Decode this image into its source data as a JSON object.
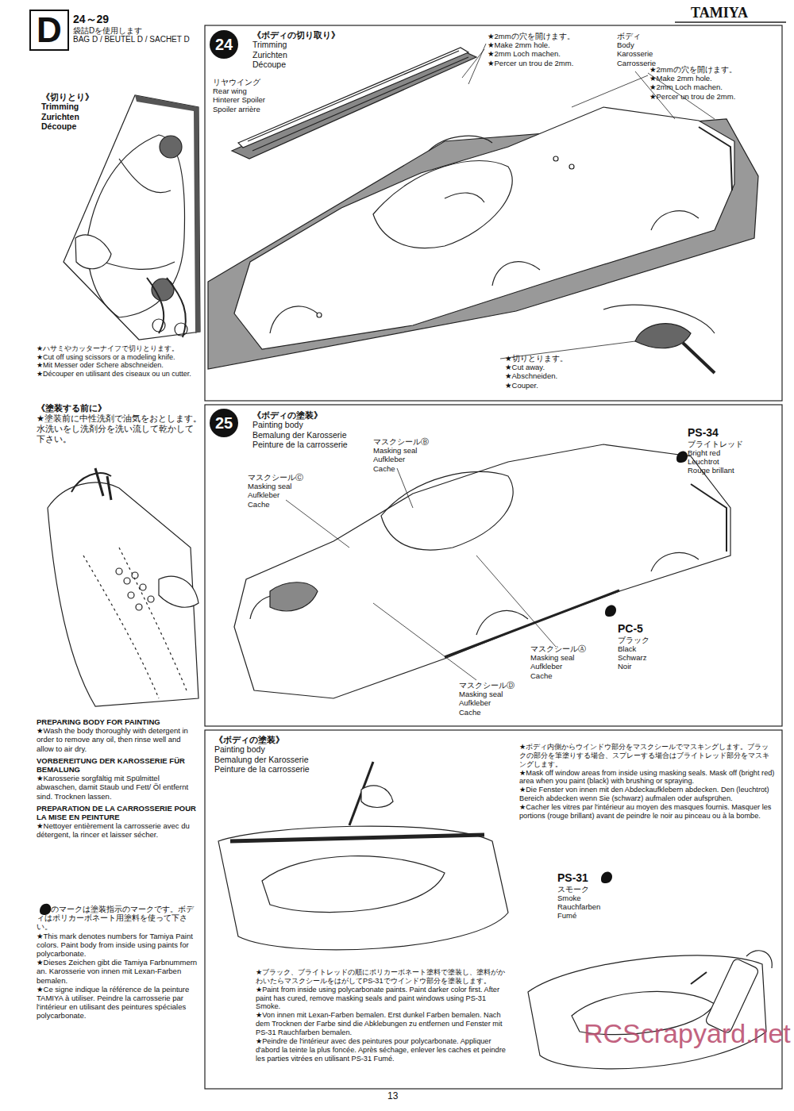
{
  "diagram": {
    "nodes": [
      {
        "text": [
          "D"
        ]
      },
      {
        "text": [
          "24"
        ]
      },
      {
        "text": [
          "25"
        ]
      }
    ],
    "labels": [
      "TAMIYA",
      "24～29",
      "袋詰Dを使用します",
      "BAG D / BEUTEL D / SACHET D",
      "《切りとり》",
      "Trimming",
      "Zurichten",
      "Découpe",
      "★ハサミやカッターナイフで切りとります。",
      "★Cut off using scissors or a modeling knife.",
      "★Mit Messer oder Schere abschneiden.",
      "★Découper en utilisant des ciseaux ou un cutter.",
      "《塗装する前に》",
      "★塗装前に中性洗剤で油気をおとします。水洗いをし洗剤分を洗い流して乾かして下さい。",
      "PREPARING BODY FOR PAINTING",
      "★Wash the body thoroughly with detergent in order to remove any oil, then rinse well and allow to air dry.",
      "VORBEREITUNG DER KAROSSERIE FÜR BEMALUNG",
      "★Karosserie sorgfältig mit Spülmittel abwaschen, damit Staub und Fett/ Öl entfernt sind. Trocknen lassen.",
      "PREPARATION DE LA CARROSSERIE POUR LA MISE EN PEINTURE",
      "★Nettoyer entièrement la carrosserie avec du détergent, la rincer et laisser sécher.",
      "のマークは塗装指示のマークです。ボディはポリカーボネート用塗料を使って下さい。",
      "★This mark denotes numbers for Tamiya Paint colors. Paint body from inside using paints for polycarbonate.",
      "★Dieses Zeichen gibt die Tamiya Farbnummern an. Karosserie von innen mit Lexan-Farben bemalen.",
      "★Ce signe indique la référence de la peinture TAMIYA à utiliser. Peindre la carrosserie par l'intérieur en utilisant des peintures spéciales polycarbonate.",
      "《ボディの切り取り》",
      "Trimming",
      "Zurichten",
      "Découpe",
      "リヤウイング",
      "Rear wing",
      "Hinterer Spoiler",
      "Spoiler arrière",
      "★2mmの穴を開けます。",
      "★Make 2mm hole.",
      "★2mm Loch machen.",
      "★Percer un trou de 2mm.",
      "ボディ",
      "Body",
      "Karosserie",
      "Carrosserie",
      "★2mmの穴を開けます。",
      "★Make 2mm hole.",
      "★2mm Loch machen.",
      "★Percer un trou de 2mm.",
      "★切りとります。",
      "★Cut away.",
      "★Abschneiden.",
      "★Couper.",
      "《ボディの塗装》",
      "Painting body",
      "Bemalung der Karosserie",
      "Peinture de la carrosserie",
      "マスクシールⒸ",
      "Masking seal",
      "Aufkleber",
      "Cache",
      "マスクシールⒷ",
      "Masking seal",
      "Aufkleber",
      "Cache",
      "PS-34",
      "ブライトレッド",
      "Bright red",
      "Leuchtrot",
      "Rouge brillant",
      "PC-5",
      "ブラック",
      "Black",
      "Schwarz",
      "Noir",
      "マスクシールⒶ",
      "Masking seal",
      "Aufkleber",
      "Cache",
      "マスクシールⒹ",
      "Masking seal",
      "Aufkleber",
      "Cache",
      "《ボディの塗装》",
      "Painting body",
      "Bemalung der Karosserie",
      "Peinture de la carrosserie",
      "★ボディ内側からウインドウ部分をマスクシールでマスキングします。ブラックの部分を筆塗りする場合、スプレーする場合はブライトレッド部分をマスキングします。",
      "★Mask off window areas from inside using masking seals. Mask off (bright red) area when you paint (black) with brushing or spraying.",
      "★Die Fenster von innen mit den Abdeckaufklebern abdecken. Den (leuchtrot) Bereich abdecken wenn Sie (schwarz) aufmalen oder aufsprühen.",
      "★Cacher les vitres par l'intérieur au moyen des masques fournis. Masquer les portions (rouge brillant) avant de peindre le noir au pinceau ou à la bombe.",
      "PS-31",
      "スモーク",
      "Smoke",
      "Rauchfarben",
      "Fumé",
      "★ブラック、ブライトレッドの順にポリカーボネート塗料で塗装し、塗料がかわいたらマスクシールをはがしてPS-31でウインドウ部分を塗装します。",
      "★Paint from inside using polycarbonate paints. Paint darker color first. After paint has cured, remove masking seals and paint windows using PS-31 Smoke.",
      "★Von innen mit Lexan-Farben bemalen. Erst dunkel Farben bemalen. Nach dem Trocknen der Farbe sind die Abklebungen zu entfernen und Fenster mit PS-31 Rauchfarben bemalen.",
      "★Peindre de l'intérieur avec des peintures pour polycarbonate. Appliquer d'abord la teinte la plus foncée. Après séchage, enlever les caches et peindre les parties vitrées en utilisant PS-31 Fumé.",
      "13",
      "RCScrapyard.net"
    ]
  }
}
